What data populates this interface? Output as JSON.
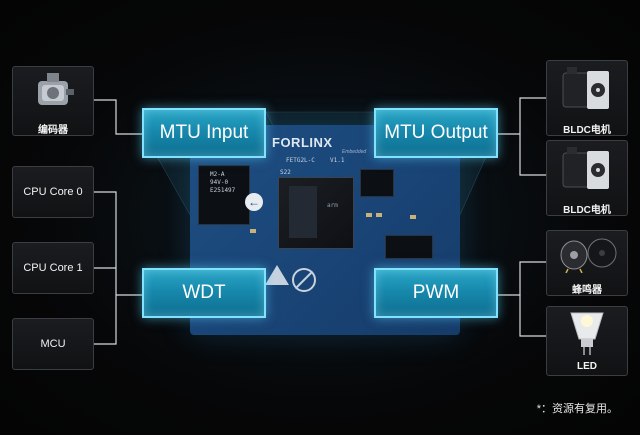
{
  "blocks": {
    "mtu_input": "MTU Input",
    "mtu_output": "MTU Output",
    "wdt": "WDT",
    "pwm": "PWM"
  },
  "left": {
    "encoder_label": "编码器",
    "cpu0": "CPU Core 0",
    "cpu1": "CPU Core 1",
    "mcu": "MCU"
  },
  "right": {
    "motor1_label": "BLDC电机",
    "motor2_label": "BLDC电机",
    "buzzer_label": "蜂鸣器",
    "led_label": "LED"
  },
  "board": {
    "brand": "FORLINX",
    "brand_sub": "Embedded",
    "model": "FETG2L-C",
    "version": "V1.1",
    "silk1": "M2-A",
    "silk2": "94V-0",
    "silk3": "E251497",
    "silk4": "S22",
    "silk5": "arm"
  },
  "note": "*：资源有复用。",
  "colors": {
    "block_fill": "#1789ad",
    "block_border": "#7fe3ff",
    "wire": "#d9d9d9",
    "pcb": "#1a4678"
  },
  "icons": {
    "encoder": "encoder-icon",
    "motor": "bldc-motor-icon",
    "buzzer": "buzzer-icon",
    "led": "led-bulb-icon"
  }
}
